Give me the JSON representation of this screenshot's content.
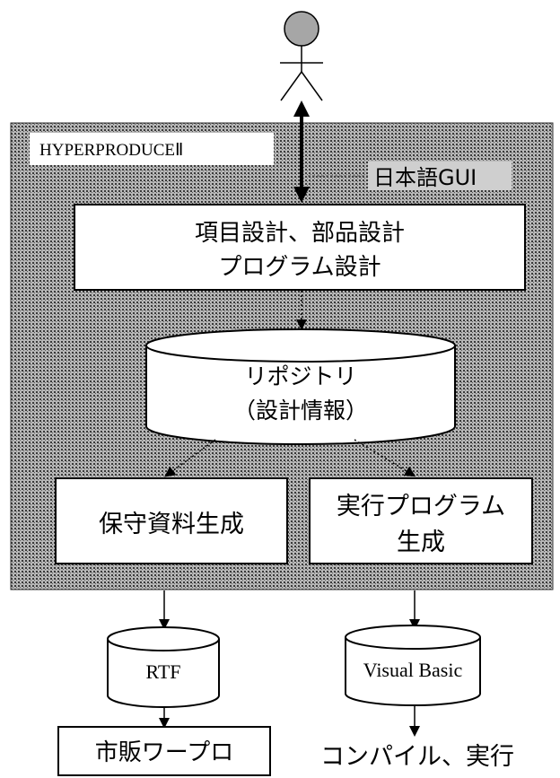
{
  "system_name": "HYPERPRODUCEⅡ",
  "gui_label": "日本語GUI",
  "design_box": {
    "line1": "項目設計、部品設計",
    "line2": "プログラム設計"
  },
  "repository": {
    "line1": "リポジトリ",
    "line2": "（設計情報）"
  },
  "maintenance_box": {
    "label": "保守資料生成"
  },
  "exec_box": {
    "line1": "実行プログラム",
    "line2": "生成"
  },
  "rtf_store": {
    "label": "RTF"
  },
  "vb_store": {
    "label": "Visual Basic"
  },
  "wordpro_box": {
    "label": "市販ワープロ"
  },
  "compile_label": "コンパイル、実行",
  "colors": {
    "panel_fill": "#8c8c8c",
    "user_head": "#a6a6a6",
    "box_fill": "#ffffff",
    "line": "#000000"
  }
}
